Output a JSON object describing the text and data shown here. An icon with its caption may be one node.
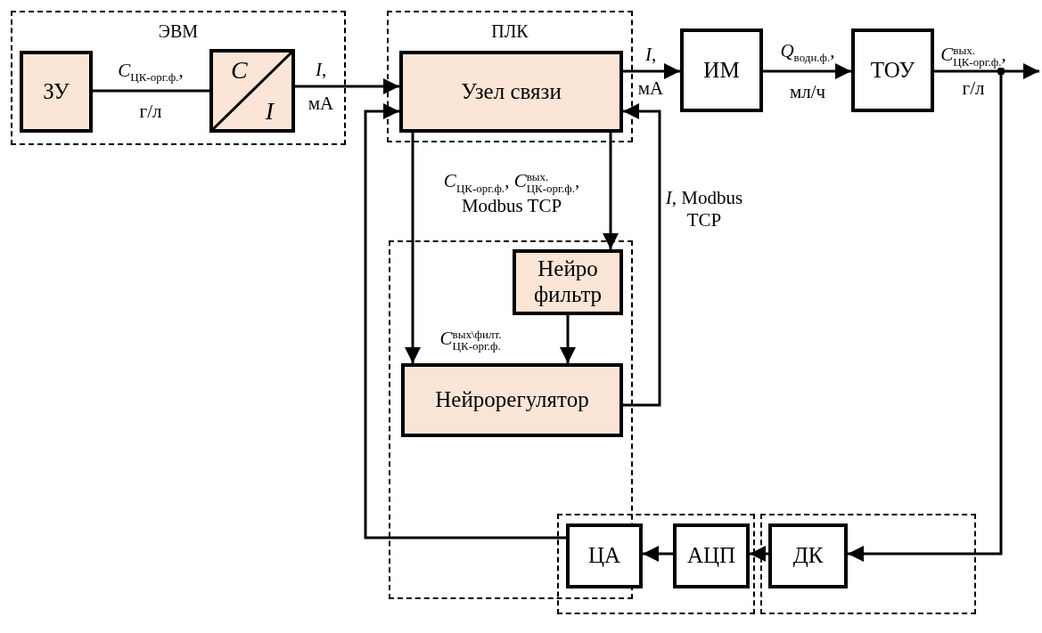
{
  "diagram": {
    "nodes": [
      {
        "text": [
          "ЭВМ"
        ]
      },
      {
        "text": [
          "ЗУ"
        ],
        "in": 0
      },
      {
        "text": [
          "C",
          "I"
        ],
        "in": 0
      },
      {
        "text": [
          "ПЛК"
        ]
      },
      {
        "text": [
          "Узел связи"
        ],
        "in": 3
      },
      {
        "text": [
          "ИМ"
        ]
      },
      {
        "text": [
          "ТОУ"
        ]
      },
      {
        "text": [],
        "shape": "box"
      },
      {
        "text": [
          "Нейро фильтр"
        ],
        "in": 7
      },
      {
        "text": [
          "Нейрорегулятор"
        ],
        "in": 7
      },
      {
        "text": [],
        "shape": "box"
      },
      {
        "text": [
          "ЦА"
        ],
        "in": 10
      },
      {
        "text": [
          "АЦП"
        ],
        "in": 10
      },
      {
        "text": [],
        "shape": "box"
      },
      {
        "text": [
          "ДК"
        ],
        "in": 13
      }
    ],
    "edges": [
      {
        "from": 1,
        "to": 2,
        "arrow": "none",
        "label": "*C*$_{ЦК-орг.ф.}$, г/л"
      },
      {
        "from": 2,
        "to": 4,
        "arrow": "to",
        "label": "*I*, мА"
      },
      {
        "from": 4,
        "to": 5,
        "arrow": "to",
        "label": "*I*, мА"
      },
      {
        "from": 5,
        "to": 6,
        "arrow": "to",
        "label": "*Q*$_{водн.ф.}$, мл/ч"
      },
      {
        "from": 6,
        "to": null,
        "arrow": "to",
        "label": "*C*$^{вых.}$$_{ЦК-орг.ф.}$, г/л"
      },
      {
        "from": 6,
        "to": 14,
        "arrow": "to"
      },
      {
        "from": 14,
        "to": 12,
        "arrow": "to"
      },
      {
        "from": 12,
        "to": 11,
        "arrow": "to"
      },
      {
        "from": 11,
        "to": 4,
        "arrow": "to"
      },
      {
        "from": 4,
        "to": 9,
        "arrow": "to"
      },
      {
        "from": 4,
        "to": 8,
        "arrow": "to"
      },
      {
        "from": 8,
        "to": 9,
        "arrow": "to"
      },
      {
        "from": 9,
        "to": 4,
        "arrow": "to",
        "label": "*I*, Modbus TCP"
      }
    ],
    "labels": [
      "*C*$_{ЦК-орг.ф.}$, *C*$^{вых.}$$_{ЦК-орг.ф.}$, Modbus TCP",
      "*C*$^{вых\\филт.}$$_{ЦК-орг.ф.}$"
    ]
  }
}
